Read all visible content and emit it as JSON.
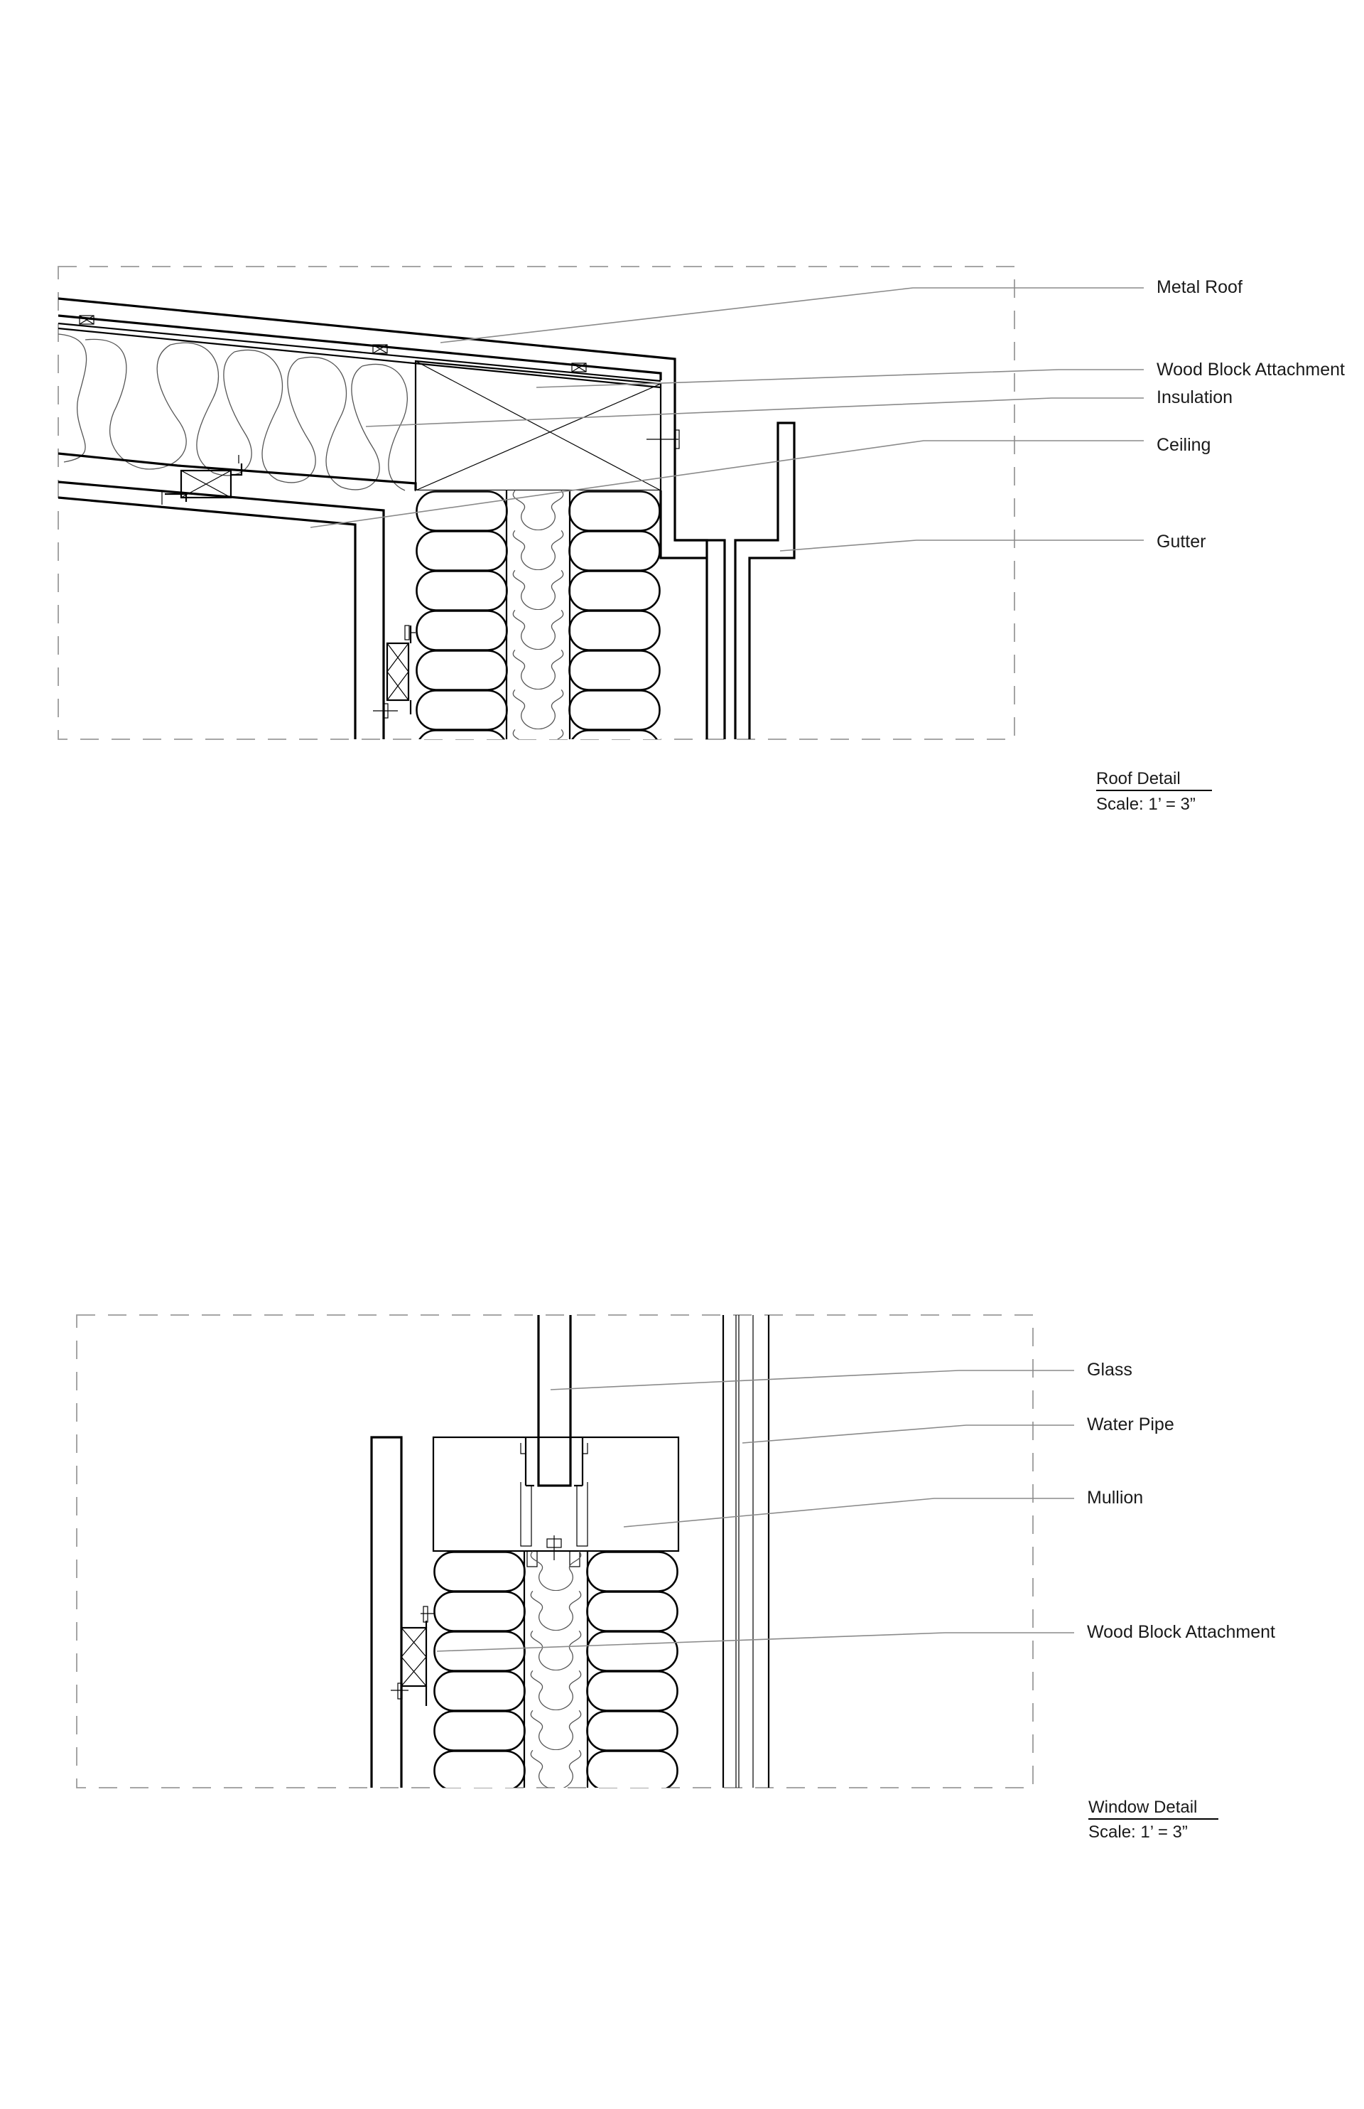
{
  "roof_detail": {
    "labels": {
      "metal_roof": "Metal Roof",
      "wood_block": "Wood Block Attachment",
      "insulation": "Insulation",
      "ceiling": "Ceiling",
      "gutter": "Gutter"
    },
    "title": "Roof Detail",
    "scale": "Scale: 1’ = 3”"
  },
  "window_detail": {
    "labels": {
      "glass": "Glass",
      "water_pipe": "Water Pipe",
      "mullion": "Mullion",
      "wood_block": "Wood Block Attachment"
    },
    "title": "Window Detail",
    "scale": "Scale: 1’ = 3”"
  }
}
